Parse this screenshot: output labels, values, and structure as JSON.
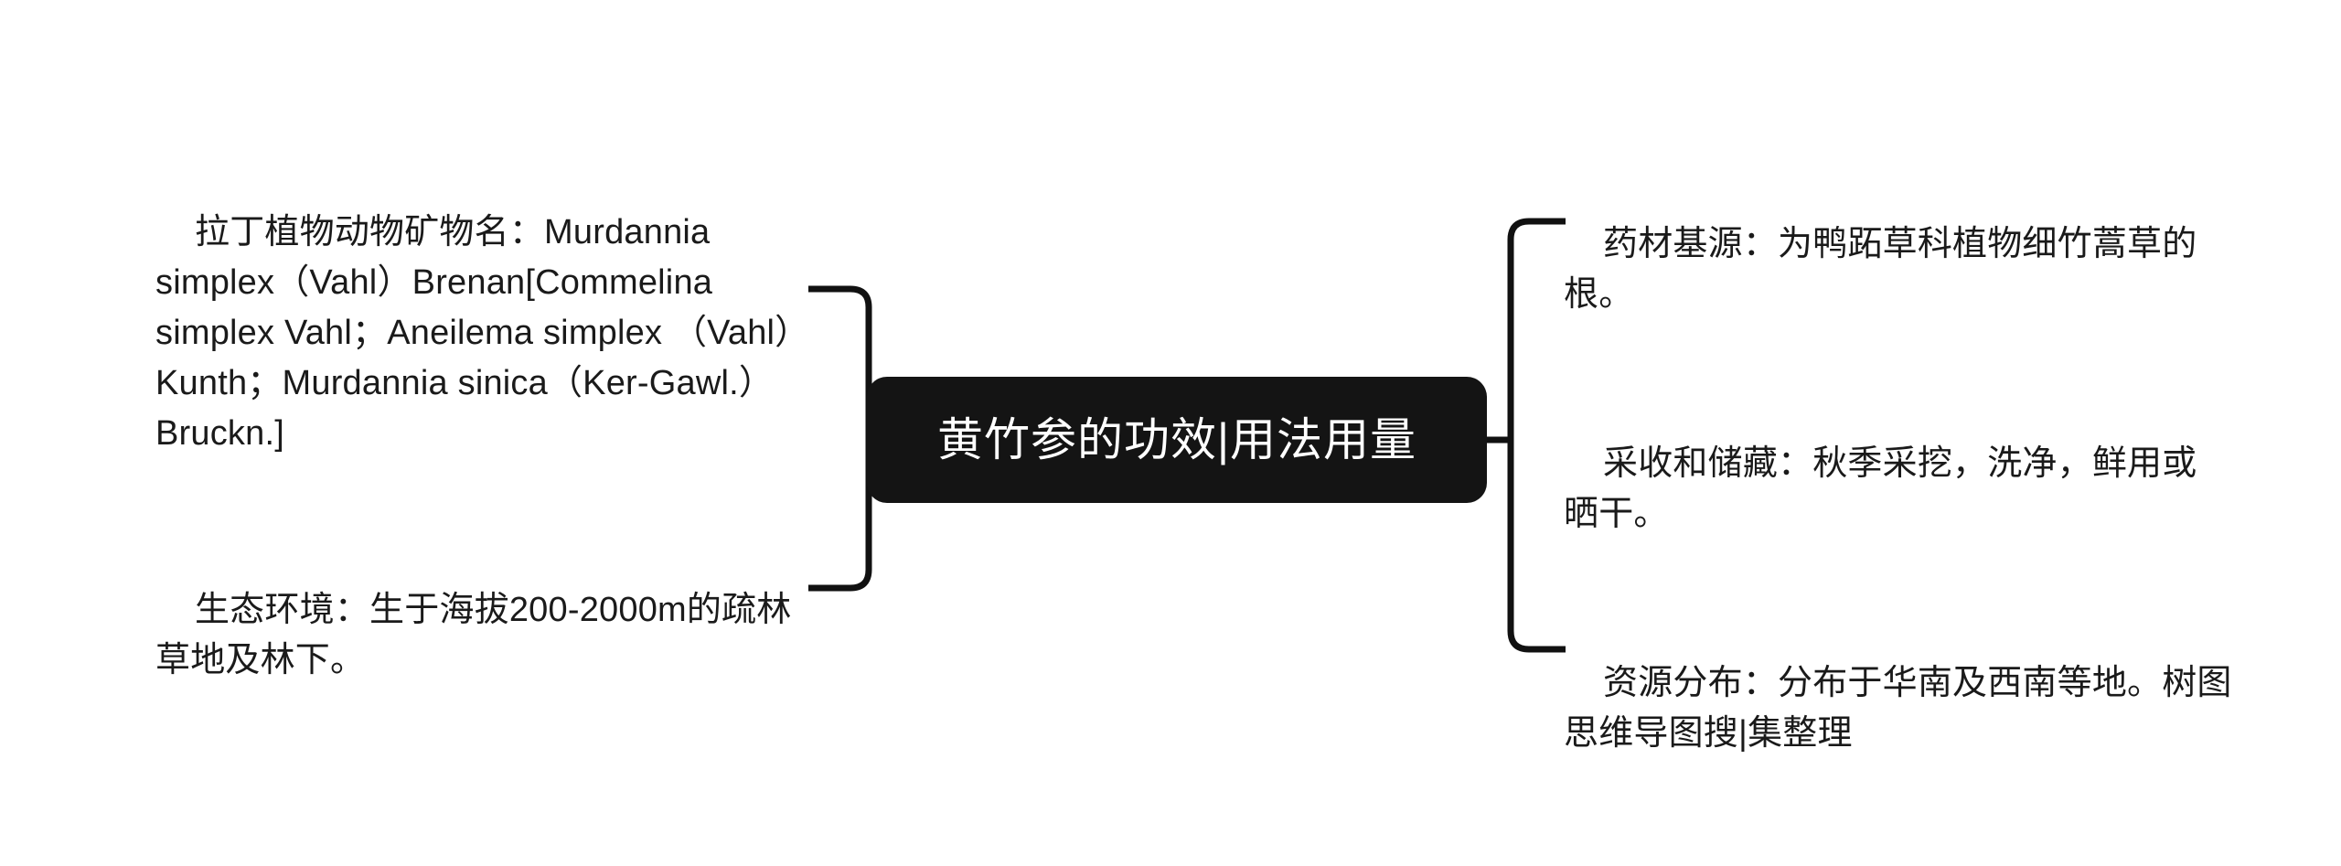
{
  "diagram": {
    "type": "mind-map",
    "background_color": "#ffffff",
    "line_color": "#111111",
    "root": {
      "label": "黄竹参的功效|用法用量",
      "background_color": "#141414",
      "text_color": "#ffffff"
    },
    "left_branches": [
      {
        "id": "latin-name",
        "text": "拉丁植物动物矿物名：Murdannia simplex（Vahl）Brenan[Commelina simplex Vahl；Aneilema simplex （Vahl）Kunth；Murdannia sinica（Ker-Gawl.）Bruckn.]"
      },
      {
        "id": "ecological-environment",
        "text": "生态环境：生于海拔200-2000m的疏林草地及林下。"
      }
    ],
    "right_branches": [
      {
        "id": "medicinal-source",
        "text": "药材基源：为鸭跖草科植物细竹蒿草的根。"
      },
      {
        "id": "harvest-and-storage",
        "text": "采收和储藏：秋季采挖，洗净，鲜用或晒干。"
      },
      {
        "id": "resource-distribution",
        "text": "资源分布：分布于华南及西南等地。树图思维导图搜|集整理"
      }
    ]
  }
}
